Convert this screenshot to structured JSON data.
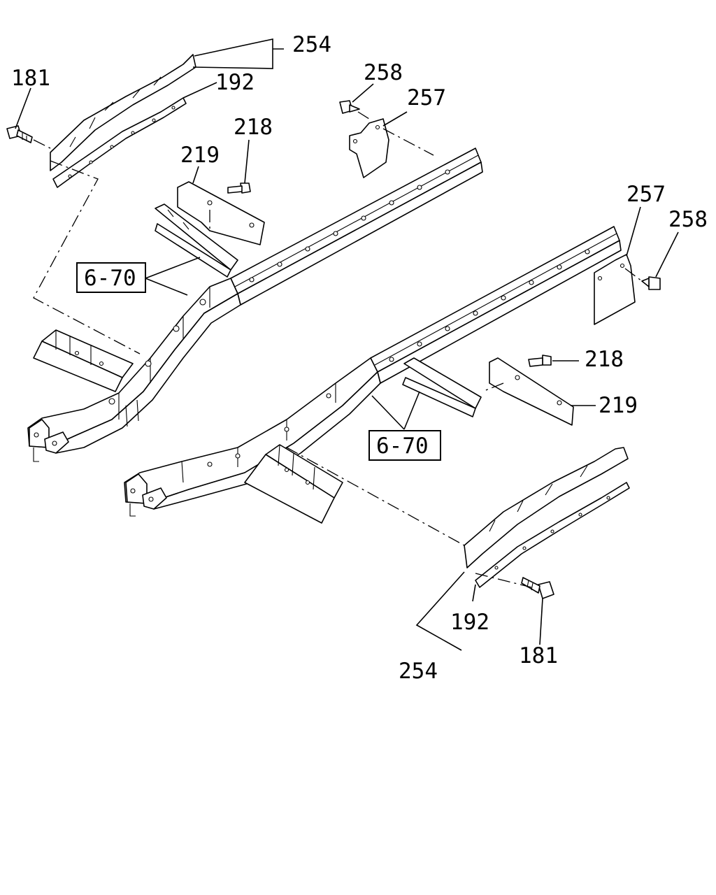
{
  "labels": {
    "l254_top": "254",
    "l192_top": "192",
    "l181_top": "181",
    "l258_top": "258",
    "l257_top": "257",
    "l218_top": "218",
    "l219_top": "219",
    "l670_top": "6-70",
    "l257_right": "257",
    "l258_right": "258",
    "l218_right": "218",
    "l219_right": "219",
    "l670_bottom": "6-70",
    "l192_bottom": "192",
    "l254_bottom": "254",
    "l181_bottom": "181"
  }
}
